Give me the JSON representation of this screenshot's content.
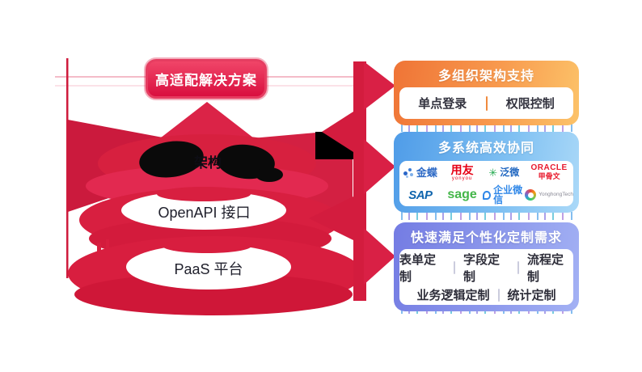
{
  "pyramid": {
    "badge_label": "高适配解决方案",
    "layer1_label": "架构",
    "layer2_label": "OpenAPI 接口",
    "layer3_label": "PaaS 平台"
  },
  "cards": [
    {
      "title": "多组织架构支持",
      "items": [
        "单点登录",
        "权限控制"
      ]
    },
    {
      "title": "多系统高效协同",
      "logos": [
        {
          "name": "kingdee",
          "label": "金蝶"
        },
        {
          "name": "yonyou",
          "label": "用友",
          "sub": "yonyou"
        },
        {
          "name": "weaver",
          "label": "泛微"
        },
        {
          "name": "oracle",
          "label": "ORACLE",
          "sub": "甲骨文"
        },
        {
          "name": "sap",
          "label": "SAP"
        },
        {
          "name": "sage",
          "label": "sage"
        },
        {
          "name": "wecom",
          "label": "企业微信"
        },
        {
          "name": "yonghong",
          "label": "YonghongTech"
        }
      ]
    },
    {
      "title": "快速满足个性化定制需求",
      "row1": [
        "表单定制",
        "字段定制",
        "流程定制"
      ],
      "row2": [
        "业务逻辑定制",
        "统计定制"
      ]
    }
  ],
  "colors": {
    "red": "#d81f40",
    "red_dark": "#c0122f",
    "orange_accent": "#f08a3e",
    "blue_accent": "#4f9ce8",
    "purple_accent": "#747ce3"
  }
}
